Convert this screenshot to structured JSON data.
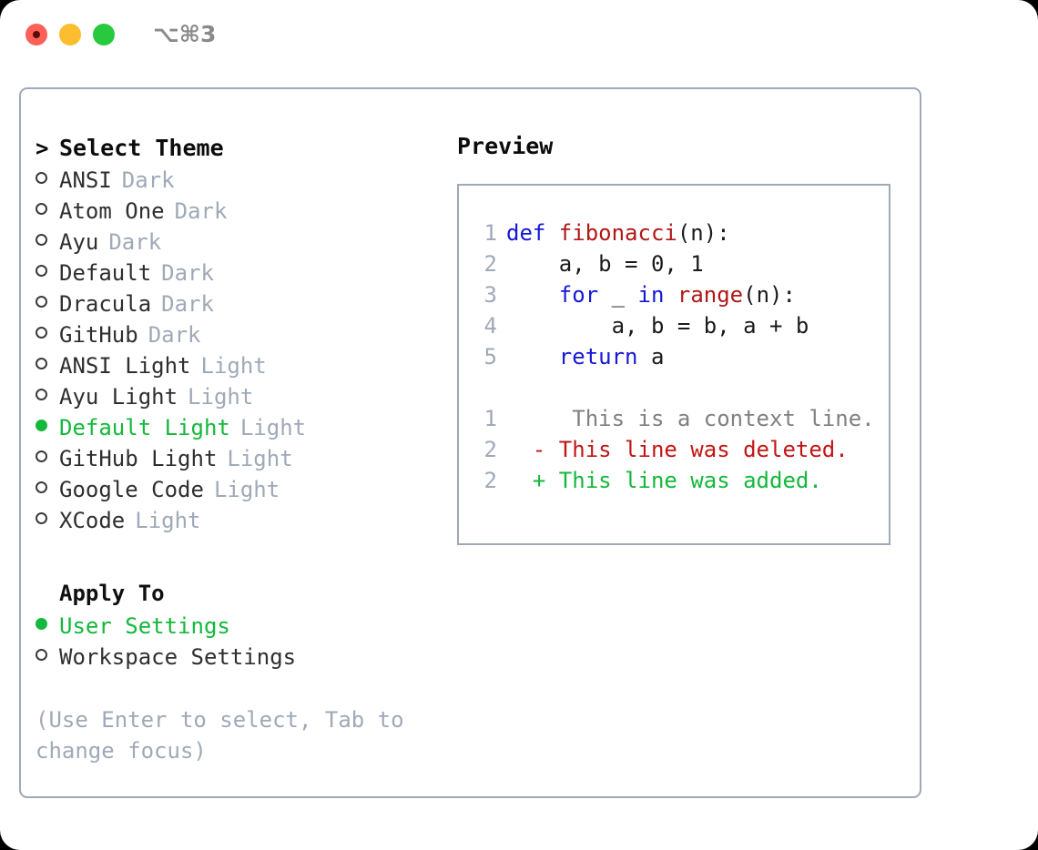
{
  "titlebar": {
    "shortcut": "⌥⌘3",
    "lights": [
      {
        "name": "close",
        "color": "#fc6058"
      },
      {
        "name": "minimize",
        "color": "#fcbd2e"
      },
      {
        "name": "maximize",
        "color": "#28c93f"
      }
    ]
  },
  "theme_picker": {
    "prompt": ">",
    "title": "Select Theme",
    "items": [
      {
        "marker": "○",
        "name": "ANSI",
        "kind": "Dark",
        "selected": false
      },
      {
        "marker": "○",
        "name": "Atom One",
        "kind": "Dark",
        "selected": false
      },
      {
        "marker": "○",
        "name": "Ayu",
        "kind": "Dark",
        "selected": false
      },
      {
        "marker": "○",
        "name": "Default",
        "kind": "Dark",
        "selected": false
      },
      {
        "marker": "○",
        "name": "Dracula",
        "kind": "Dark",
        "selected": false
      },
      {
        "marker": "○",
        "name": "GitHub",
        "kind": "Dark",
        "selected": false
      },
      {
        "marker": "○",
        "name": "ANSI Light",
        "kind": "Light",
        "selected": false
      },
      {
        "marker": "○",
        "name": "Ayu Light",
        "kind": "Light",
        "selected": false
      },
      {
        "marker": "●",
        "name": "Default Light",
        "kind": "Light",
        "selected": true
      },
      {
        "marker": "○",
        "name": "GitHub Light",
        "kind": "Light",
        "selected": false
      },
      {
        "marker": "○",
        "name": "Google Code",
        "kind": "Light",
        "selected": false
      },
      {
        "marker": "○",
        "name": "XCode",
        "kind": "Light",
        "selected": false
      }
    ]
  },
  "apply_to": {
    "title": "Apply To",
    "options": [
      {
        "marker": "●",
        "label": "User Settings",
        "selected": true
      },
      {
        "marker": "○",
        "label": "Workspace Settings",
        "selected": false
      }
    ]
  },
  "hint": "(Use Enter to select, Tab to change focus)",
  "preview": {
    "title": "Preview",
    "code_lines": [
      {
        "no": "1",
        "tokens": [
          {
            "t": "def ",
            "c": "kw"
          },
          {
            "t": "fibonacci",
            "c": "fn"
          },
          {
            "t": "(n):",
            "c": "plain"
          }
        ]
      },
      {
        "no": "2",
        "tokens": [
          {
            "t": "    a, b = 0, 1",
            "c": "plain"
          }
        ]
      },
      {
        "no": "3",
        "tokens": [
          {
            "t": "    ",
            "c": "plain"
          },
          {
            "t": "for",
            "c": "kw"
          },
          {
            "t": " _ ",
            "c": "plain"
          },
          {
            "t": "in",
            "c": "kw"
          },
          {
            "t": " ",
            "c": "plain"
          },
          {
            "t": "range",
            "c": "fn"
          },
          {
            "t": "(n):",
            "c": "plain"
          }
        ]
      },
      {
        "no": "4",
        "tokens": [
          {
            "t": "        a, b = b, a + b",
            "c": "plain"
          }
        ]
      },
      {
        "no": "5",
        "tokens": [
          {
            "t": "    ",
            "c": "plain"
          },
          {
            "t": "return",
            "c": "kw"
          },
          {
            "t": " a",
            "c": "plain"
          }
        ]
      }
    ],
    "diff_lines": [
      {
        "no": "1",
        "sign": " ",
        "text": "  This is a context line.",
        "c": "ctx"
      },
      {
        "no": "2",
        "sign": "-",
        "text": " This line was deleted.",
        "c": "del"
      },
      {
        "no": "2",
        "sign": "+",
        "text": " This line was added.",
        "c": "add"
      }
    ]
  },
  "colors": {
    "accent_green": "#14b83c",
    "muted": "#9fa9b7",
    "keyword_blue": "#1717d6",
    "function_red": "#b01818",
    "diff_delete": "#c21616",
    "diff_add": "#14b83c",
    "border": "#9fa9b7"
  }
}
